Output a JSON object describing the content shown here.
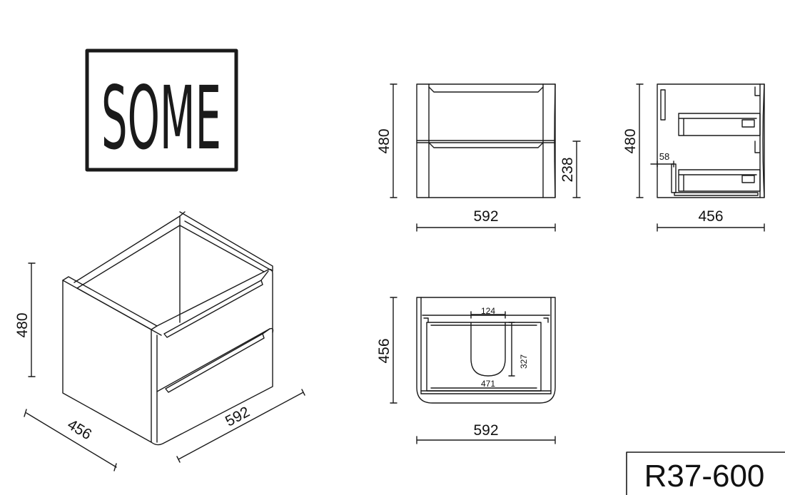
{
  "logo": {
    "text": "SOME"
  },
  "model": {
    "code": "R37-600"
  },
  "iso_view": {
    "height": "480",
    "depth": "456",
    "width": "592"
  },
  "front_view": {
    "height": "480",
    "drawer_height": "238",
    "width": "592"
  },
  "side_view": {
    "height": "480",
    "offset": "58",
    "depth": "456"
  },
  "top_view": {
    "depth": "456",
    "cutout_width": "124",
    "cutout_depth": "327",
    "inner_width": "471",
    "width": "592"
  },
  "colors": {
    "line": "#1a1a1a",
    "background": "#ffffff"
  }
}
